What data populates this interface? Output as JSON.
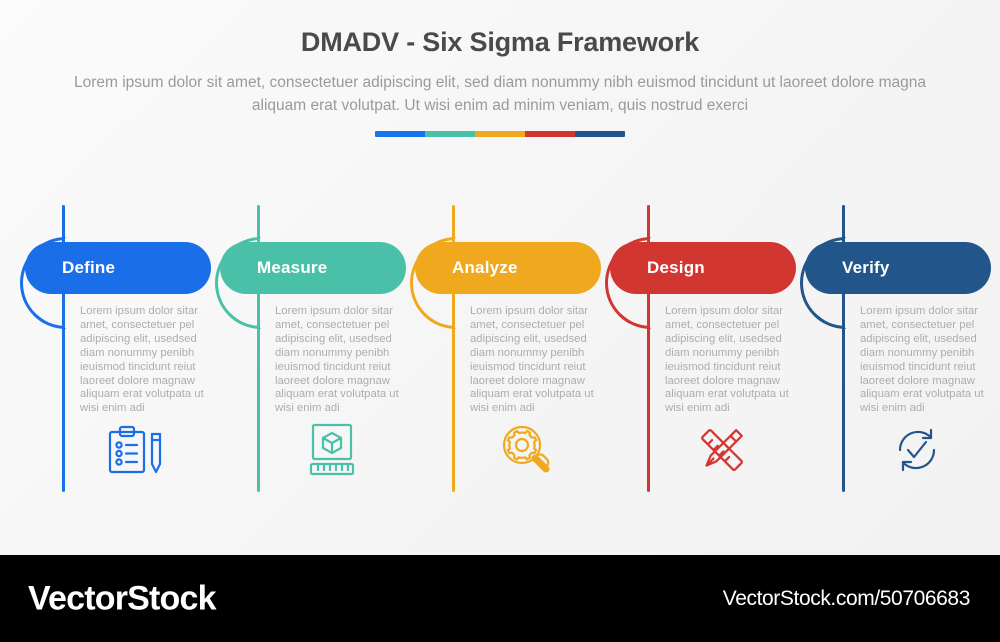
{
  "header": {
    "title": "DMADV - Six Sigma Framework",
    "subtitle": "Lorem ipsum dolor sit amet, consectetuer adipiscing elit, sed diam nonummy nibh euismod tincidunt ut laoreet dolore magna aliquam erat volutpat. Ut wisi enim ad minim veniam, quis nostrud exerci"
  },
  "divider_colors": [
    "#1a73e8",
    "#4bc0a8",
    "#f0a91e",
    "#d23630",
    "#22558a"
  ],
  "stages": [
    {
      "label": "Define",
      "color": "#1a6fe8",
      "icon": "clipboard-checklist-pencil-icon",
      "body": "Lorem ipsum dolor sitar amet, consectetuer pel adipiscing elit, usedsed diam nonummy penibh ieuismod tincidunt reiut laoreet dolore magnaw aliquam erat volutpata ut wisi enim adi"
    },
    {
      "label": "Measure",
      "color": "#4bc0a8",
      "icon": "cube-ruler-icon",
      "body": "Lorem ipsum dolor sitar amet, consectetuer pel adipiscing elit, usedsed diam nonummy penibh ieuismod tincidunt reiut laoreet dolore magnaw aliquam erat volutpata ut wisi enim adi"
    },
    {
      "label": "Analyze",
      "color": "#f0a91e",
      "icon": "magnifier-gear-icon",
      "body": "Lorem ipsum dolor sitar amet, consectetuer pel adipiscing elit, usedsed diam nonummy penibh ieuismod tincidunt reiut laoreet dolore magnaw aliquam erat volutpata ut wisi enim adi"
    },
    {
      "label": "Design",
      "color": "#d23630",
      "icon": "pencil-ruler-cross-icon",
      "body": "Lorem ipsum dolor sitar amet, consectetuer pel adipiscing elit, usedsed diam nonummy penibh ieuismod tincidunt reiut laoreet dolore magnaw aliquam erat volutpata ut wisi enim adi"
    },
    {
      "label": "Verify",
      "color": "#22558a",
      "icon": "refresh-check-icon",
      "body": "Lorem ipsum dolor sitar amet, consectetuer pel adipiscing elit, usedsed diam nonummy penibh ieuismod tincidunt reiut laoreet dolore magnaw aliquam erat volutpata ut wisi enim adi"
    }
  ],
  "watermark": {
    "logo": "VectorStock",
    "url": "VectorStock.com/50706683"
  }
}
